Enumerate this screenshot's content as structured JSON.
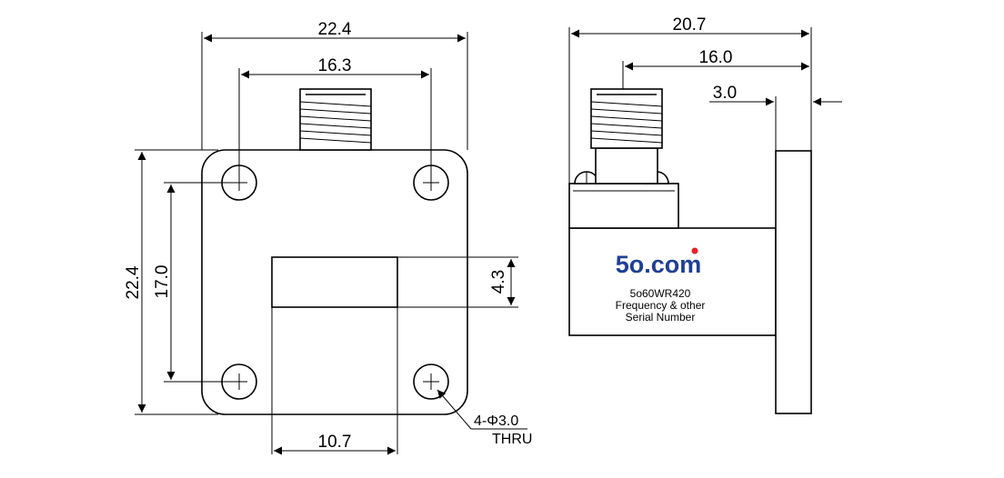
{
  "front_view": {
    "width_dim": "22.4",
    "connector_span_dim": "16.3",
    "height_dim": "22.4",
    "hole_span_dim": "17.0",
    "slot_height_dim": "4.3",
    "slot_width_dim": "10.7",
    "hole_note_line1": "4-Φ3.0",
    "hole_note_line2": "THRU"
  },
  "side_view": {
    "overall_length_dim": "20.7",
    "connector_offset_dim": "16.0",
    "flange_thickness_dim": "3.0",
    "logo": {
      "text": "5o.com",
      "dot_color": "#e8202a",
      "text_color": "#1f3f94"
    },
    "label_line1": "5o60WR420",
    "label_line2": "Frequency & other",
    "label_line3": "Serial Number"
  }
}
